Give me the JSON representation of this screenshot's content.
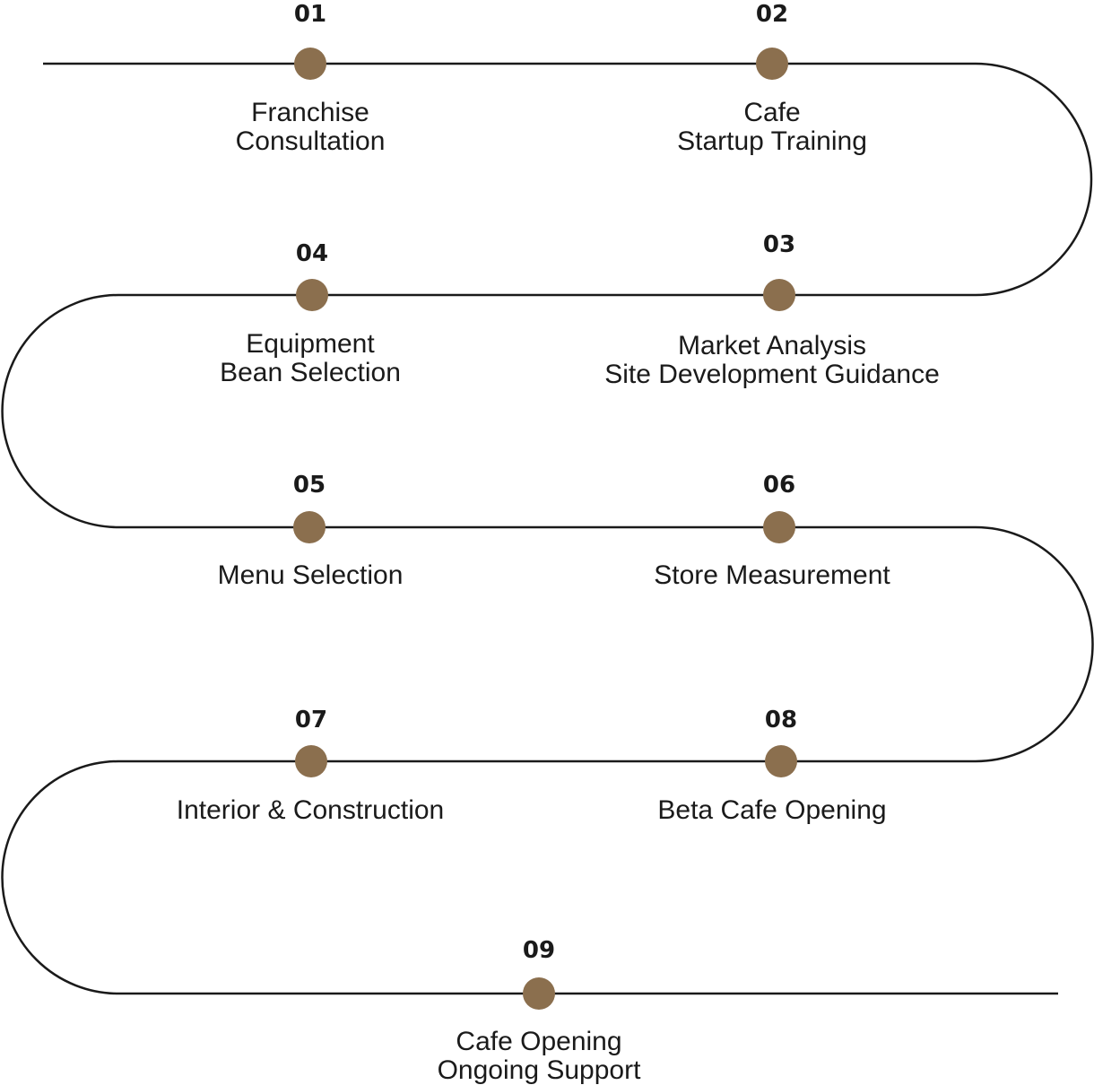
{
  "colors": {
    "line": "#1a1a1a",
    "dot": "#8b6f4e",
    "text": "#1a1a1a"
  },
  "steps": [
    {
      "number": "01",
      "lines": [
        "Franchise",
        "Consultation"
      ]
    },
    {
      "number": "02",
      "lines": [
        "Cafe",
        "Startup Training"
      ]
    },
    {
      "number": "03",
      "lines": [
        "Market Analysis",
        "Site Development Guidance"
      ]
    },
    {
      "number": "04",
      "lines": [
        "Equipment",
        "Bean Selection"
      ]
    },
    {
      "number": "05",
      "lines": [
        "Menu Selection"
      ]
    },
    {
      "number": "06",
      "lines": [
        "Store Measurement"
      ]
    },
    {
      "number": "07",
      "lines": [
        "Interior & Construction"
      ]
    },
    {
      "number": "08",
      "lines": [
        "Beta Cafe Opening"
      ]
    },
    {
      "number": "09",
      "lines": [
        "Cafe Opening",
        "Ongoing Support"
      ]
    }
  ]
}
